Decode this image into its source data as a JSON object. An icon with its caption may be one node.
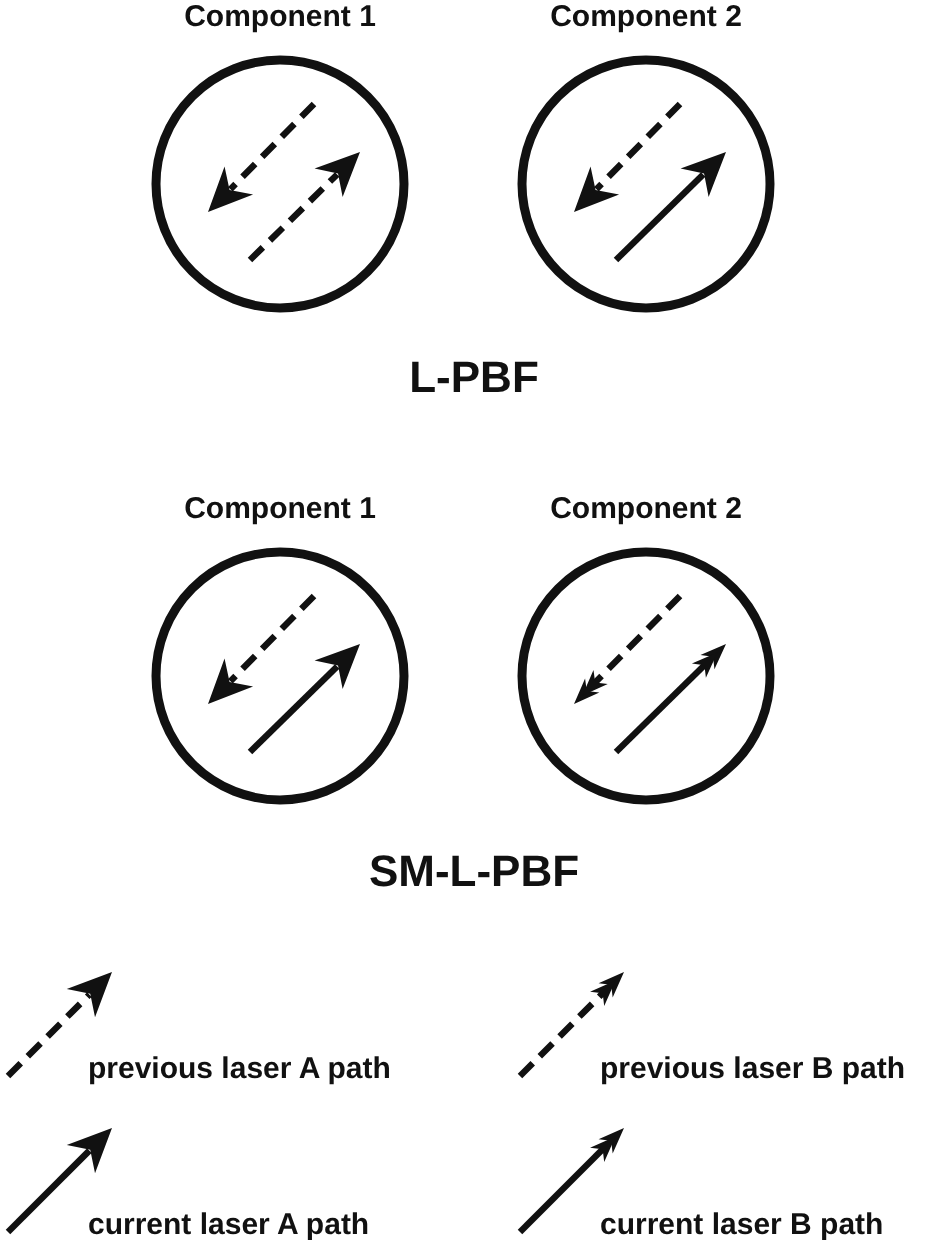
{
  "diagram": {
    "nodes": [
      {
        "text": [
          "Component 1"
        ]
      },
      {
        "text": [
          "Component 2"
        ]
      },
      {
        "text": [
          "Component 1"
        ]
      },
      {
        "text": [
          "Component 2"
        ]
      }
    ],
    "labels": [
      "L-PBF",
      "SM-L-PBF"
    ],
    "legend": [
      {
        "text": "previous laser A path"
      },
      {
        "text": "previous laser B path"
      },
      {
        "text": "current laser A path"
      },
      {
        "text": "current laser B path"
      }
    ]
  }
}
